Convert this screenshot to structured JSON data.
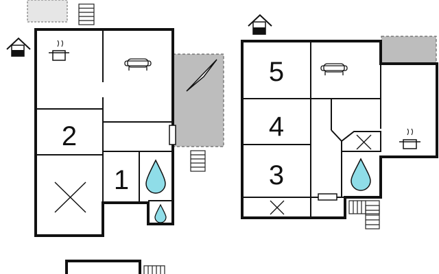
{
  "rooms": {
    "left_room_1": "1",
    "left_room_2": "2",
    "right_room_3": "3",
    "right_room_4": "4",
    "right_room_5": "5"
  },
  "icons": {
    "entrance": "house-entrance-icon",
    "kitchen": "cooking-pot-icon",
    "living": "sofa-icon",
    "bedroom": "bed-cross-icon",
    "bathroom": "water-drop-icon",
    "stairs": "stairs-icon",
    "terrace": "terrace-hatch",
    "fireplace": "triangle-icon"
  },
  "colors": {
    "wall": "#111111",
    "terrace_fill": "#bdbdbd",
    "light_fill": "#e6e6e6",
    "water": "#8fdde8"
  }
}
